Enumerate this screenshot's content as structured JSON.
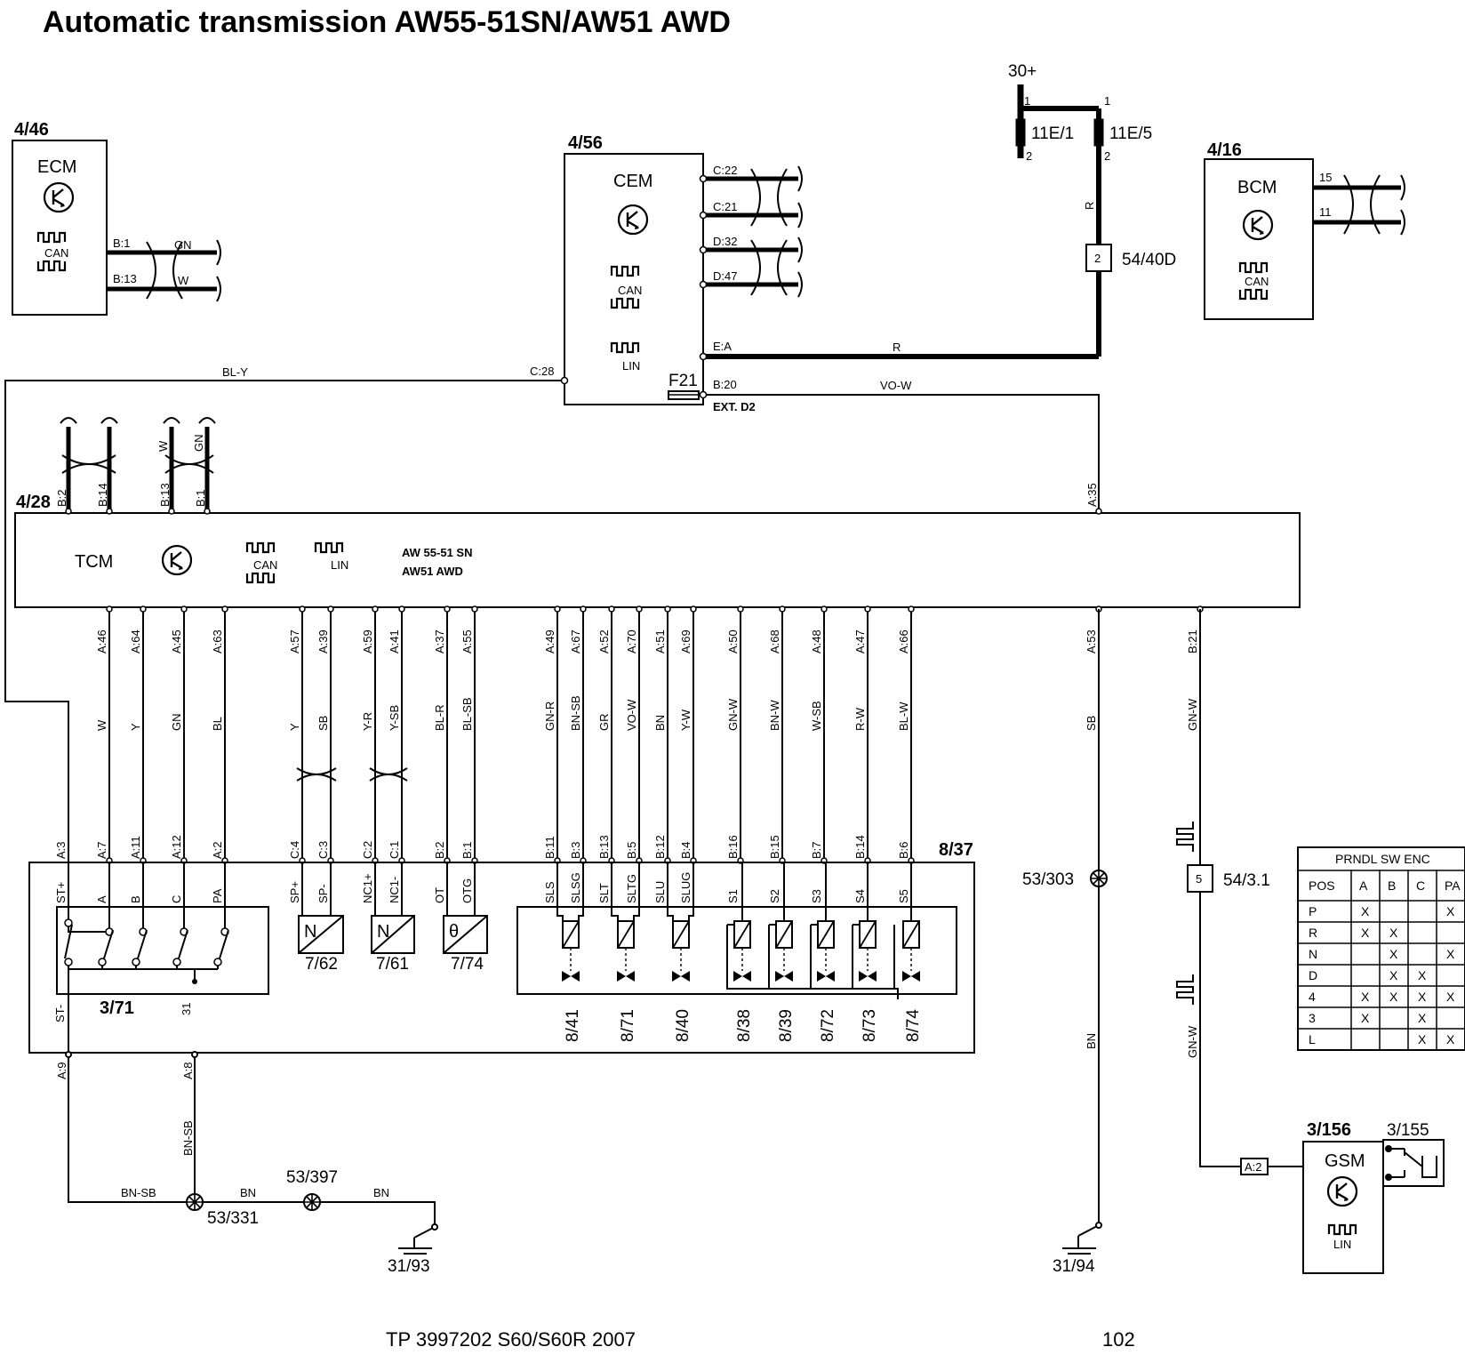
{
  "title": "Automatic transmission  AW55-51SN/AW51 AWD",
  "footer": {
    "doc": "TP 3997202 S60/S60R 2007",
    "page": "102"
  },
  "supply": {
    "label": "30+",
    "fuse1": "11E/1",
    "fuse2": "11E/5",
    "connector_pin": "2",
    "connector": "54/40D",
    "wire": "R",
    "pin1a": "1",
    "pin1b": "1",
    "pin2a": "2",
    "pin2b": "2"
  },
  "ecm": {
    "ref": "4/46",
    "name": "ECM",
    "can": "CAN",
    "pin_b1": "B:1",
    "pin_b13": "B:13",
    "wire_gn": "GN",
    "wire_w": "W"
  },
  "cem": {
    "ref": "4/56",
    "name": "CEM",
    "can": "CAN",
    "lin": "LIN",
    "pins": [
      "C:22",
      "C:21",
      "D:32",
      "D:47",
      "E:A",
      "B:20",
      "C:28"
    ],
    "fuse": "F21",
    "ext": "EXT. D2",
    "wire_ea": "R",
    "wire_b20": "VO-W",
    "wire_c28": "BL-Y"
  },
  "bcm": {
    "ref": "4/16",
    "name": "BCM",
    "can": "CAN",
    "pin15": "15",
    "pin11": "11"
  },
  "tcm": {
    "ref": "4/28",
    "name": "TCM",
    "can": "CAN",
    "lin": "LIN",
    "model1": "AW 55-51 SN",
    "model2": "AW51 AWD",
    "top_pins": [
      "B:2",
      "B:14",
      "B:13",
      "B:1",
      "A:35"
    ],
    "top_wires": [
      "W",
      "GN"
    ],
    "bottom_pins": [
      "A:46",
      "A:64",
      "A:45",
      "A:63",
      "A:57",
      "A:39",
      "A:59",
      "A:41",
      "A:37",
      "A:55",
      "A:49",
      "A:67",
      "A:52",
      "A:70",
      "A:51",
      "A:69",
      "A:50",
      "A:68",
      "A:48",
      "A:47",
      "A:66",
      "A:53",
      "B:21"
    ],
    "bottom_wires": [
      "W",
      "Y",
      "GN",
      "BL",
      "Y",
      "SB",
      "Y-R",
      "Y-SB",
      "BL-R",
      "BL-SB",
      "GN-R",
      "BN-SB",
      "GR",
      "VO-W",
      "BN",
      "Y-W",
      "GN-W",
      "BN-W",
      "W-SB",
      "R-W",
      "BL-W",
      "SB",
      "GN-W"
    ]
  },
  "valve_body": {
    "ref": "8/37",
    "pins": [
      "A:3",
      "A:7",
      "A:11",
      "A:12",
      "A:2",
      "C:4",
      "C:3",
      "C:2",
      "C:1",
      "B:2",
      "B:1",
      "B:11",
      "B:3",
      "B:13",
      "B:5",
      "B:12",
      "B:4",
      "B:16",
      "B:15",
      "B:7",
      "B:14",
      "B:6"
    ],
    "labels": [
      "ST+",
      "A",
      "B",
      "C",
      "PA",
      "SP+",
      "SP-",
      "NC1+",
      "NC1-",
      "OT",
      "OTG",
      "SLS",
      "SLSG",
      "SLT",
      "SLTG",
      "SLU",
      "SLUG",
      "S1",
      "S2",
      "S3",
      "S4",
      "S5"
    ],
    "switch": {
      "ref": "3/71",
      "st_minus": "ST-",
      "pin31": "31"
    },
    "sensors": [
      "7/62",
      "7/61",
      "7/74"
    ],
    "sensor_sym": [
      "N",
      "N",
      "θ"
    ],
    "solenoids": [
      "8/41",
      "8/71",
      "8/40",
      "8/38",
      "8/39",
      "8/72",
      "8/73",
      "8/74"
    ]
  },
  "ground": {
    "pin_a9": "A:9",
    "pin_a8": "A:8",
    "wire_bnsb_v": "BN-SB",
    "wire_bnsb_h": "BN-SB",
    "wire_bn1": "BN",
    "wire_bn2": "BN",
    "splice1": "53/331",
    "splice2": "53/397",
    "ground1": "31/93",
    "splice3": "53/303",
    "wire_bn3": "BN",
    "ground2": "31/94"
  },
  "gsm": {
    "ref": "3/156",
    "name": "GSM",
    "lin": "LIN",
    "switch_ref": "3/155",
    "connector_pin": "5",
    "connector": "54/3.1",
    "pin_a2": "A:2",
    "wire": "GN-W"
  },
  "prndl": {
    "title": "PRNDL SW ENC",
    "headers": [
      "POS",
      "A",
      "B",
      "C",
      "PA"
    ],
    "rows": [
      [
        "P",
        "X",
        "",
        "",
        "X"
      ],
      [
        "R",
        "X",
        "X",
        "",
        ""
      ],
      [
        "N",
        "",
        "X",
        "",
        "X"
      ],
      [
        "D",
        "",
        "X",
        "X",
        ""
      ],
      [
        "4",
        "X",
        "X",
        "X",
        "X"
      ],
      [
        "3",
        "X",
        "",
        "X",
        ""
      ],
      [
        "L",
        "",
        "",
        "X",
        "X"
      ]
    ]
  }
}
